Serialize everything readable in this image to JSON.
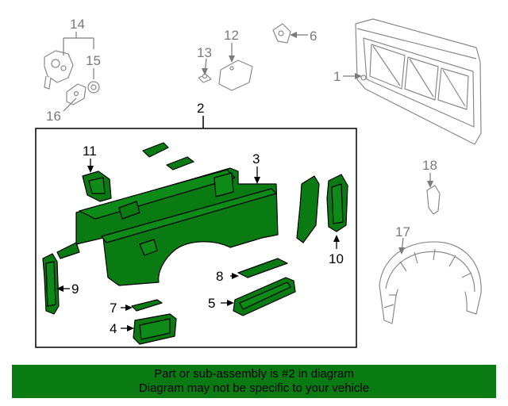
{
  "callouts": {
    "c1": "1",
    "c2": "2",
    "c3": "3",
    "c4": "4",
    "c5": "5",
    "c6": "6",
    "c7": "7",
    "c8": "8",
    "c9": "9",
    "c10": "10",
    "c11": "11",
    "c12": "12",
    "c13": "13",
    "c14": "14",
    "c15": "15",
    "c16": "16",
    "c17": "17",
    "c18": "18"
  },
  "banner": {
    "line1": "Part or sub-assembly is #2 in diagram",
    "line2": "Diagram may not be specific to your vehicle"
  },
  "colors": {
    "highlight": "#0a7a13",
    "outline": "#000000",
    "ghost": "#8a8a8a"
  }
}
